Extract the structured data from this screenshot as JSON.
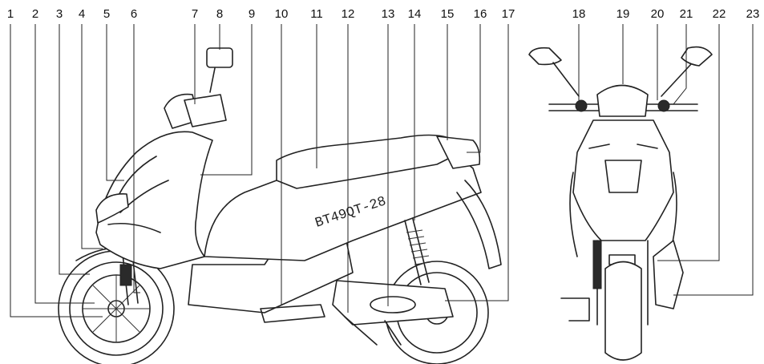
{
  "diagram": {
    "model_label": "BT49QT-28",
    "callouts": [
      "1",
      "2",
      "3",
      "4",
      "5",
      "6",
      "7",
      "8",
      "9",
      "10",
      "11",
      "12",
      "13",
      "14",
      "15",
      "16",
      "17",
      "18",
      "19",
      "20",
      "21",
      "22",
      "23"
    ]
  }
}
